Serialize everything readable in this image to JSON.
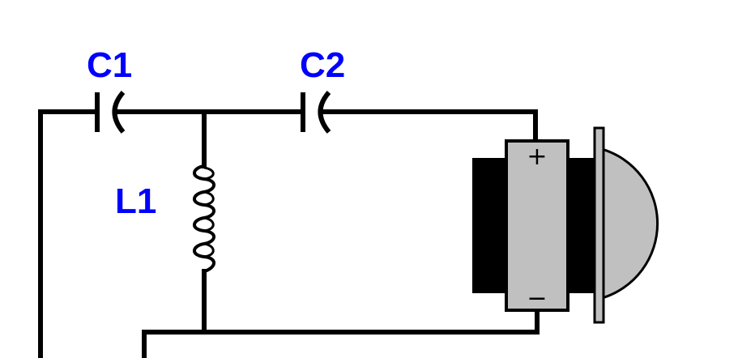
{
  "components": {
    "c1": {
      "label": "C1"
    },
    "c2": {
      "label": "C2"
    },
    "l1": {
      "label": "L1"
    },
    "speaker": {
      "plus_label": "+",
      "minus_label": "−"
    }
  },
  "colors": {
    "wire": "#000000",
    "label": "#0000ff",
    "speaker_body": "#c0c0c0",
    "speaker_magnet": "#000000",
    "speaker_cone": "#c0c0c0"
  }
}
